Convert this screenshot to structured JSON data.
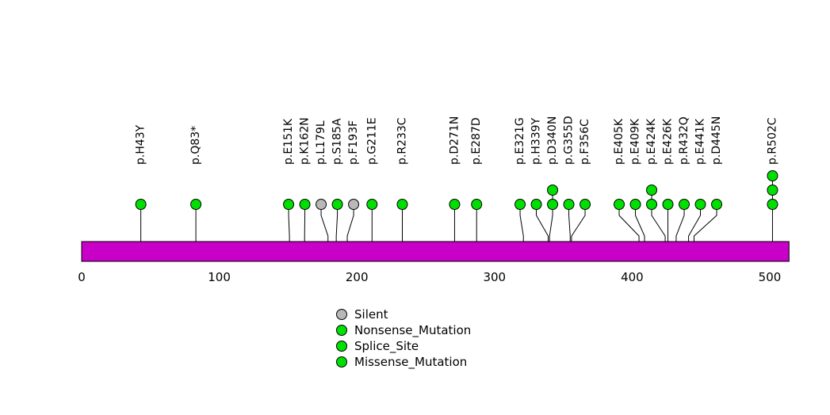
{
  "chart_data": {
    "type": "lollipop",
    "title": "",
    "protein": {
      "start": 0,
      "end": 514,
      "bar_color": "#C800C8"
    },
    "x_axis": {
      "ticks": [
        0,
        100,
        200,
        300,
        400,
        500
      ],
      "range": [
        0,
        514
      ]
    },
    "mutation_types": [
      {
        "name": "Silent",
        "color": "#B8B8B8"
      },
      {
        "name": "Nonsense_Mutation",
        "color": "#00E000"
      },
      {
        "name": "Splice_Site",
        "color": "#00E000"
      },
      {
        "name": "Missense_Mutation",
        "color": "#00E000"
      }
    ],
    "legend_position": "bottom-center",
    "mutations": [
      {
        "label": "p.H43Y",
        "position": 43,
        "count": 1,
        "type": "Missense_Mutation"
      },
      {
        "label": "p.Q83*",
        "position": 83,
        "count": 1,
        "type": "Nonsense_Mutation"
      },
      {
        "label": "p.E151K",
        "position": 151,
        "count": 1,
        "type": "Missense_Mutation"
      },
      {
        "label": "p.K162N",
        "position": 162,
        "count": 1,
        "type": "Missense_Mutation"
      },
      {
        "label": "p.L179L",
        "position": 179,
        "count": 1,
        "type": "Silent"
      },
      {
        "label": "p.S185A",
        "position": 185,
        "count": 1,
        "type": "Missense_Mutation"
      },
      {
        "label": "p.F193F",
        "position": 193,
        "count": 1,
        "type": "Silent"
      },
      {
        "label": "p.G211E",
        "position": 211,
        "count": 1,
        "type": "Missense_Mutation"
      },
      {
        "label": "p.R233C",
        "position": 233,
        "count": 1,
        "type": "Missense_Mutation"
      },
      {
        "label": "p.D271N",
        "position": 271,
        "count": 1,
        "type": "Missense_Mutation"
      },
      {
        "label": "p.E287D",
        "position": 287,
        "count": 1,
        "type": "Missense_Mutation"
      },
      {
        "label": "p.E321G",
        "position": 321,
        "count": 1,
        "type": "Missense_Mutation"
      },
      {
        "label": "p.H339Y",
        "position": 339,
        "count": 1,
        "type": "Missense_Mutation"
      },
      {
        "label": "p.D340N",
        "position": 340,
        "count": 2,
        "type": "Missense_Mutation"
      },
      {
        "label": "p.G355D",
        "position": 355,
        "count": 1,
        "type": "Missense_Mutation"
      },
      {
        "label": "p.F356C",
        "position": 356,
        "count": 1,
        "type": "Missense_Mutation"
      },
      {
        "label": "p.E405K",
        "position": 405,
        "count": 1,
        "type": "Missense_Mutation"
      },
      {
        "label": "p.E409K",
        "position": 409,
        "count": 1,
        "type": "Missense_Mutation"
      },
      {
        "label": "p.E424K",
        "position": 424,
        "count": 2,
        "type": "Missense_Mutation"
      },
      {
        "label": "p.E426K",
        "position": 426,
        "count": 1,
        "type": "Missense_Mutation"
      },
      {
        "label": "p.R432Q",
        "position": 432,
        "count": 1,
        "type": "Missense_Mutation"
      },
      {
        "label": "p.E441K",
        "position": 441,
        "count": 1,
        "type": "Missense_Mutation"
      },
      {
        "label": "p.D445N",
        "position": 445,
        "count": 1,
        "type": "Missense_Mutation"
      },
      {
        "label": "p.R502C",
        "position": 502,
        "count": 3,
        "type": "Missense_Mutation"
      }
    ],
    "legend": [
      "Silent",
      "Nonsense_Mutation",
      "Splice_Site",
      "Missense_Mutation"
    ]
  }
}
